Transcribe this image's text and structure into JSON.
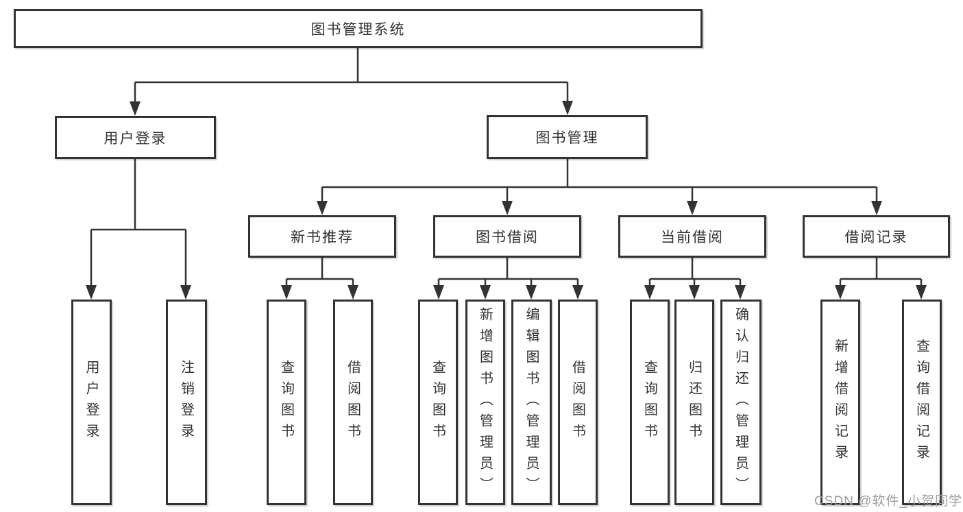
{
  "tree": {
    "label": "图书管理系统",
    "children": [
      {
        "label": "用户登录",
        "children": [
          {
            "label": "用户登录"
          },
          {
            "label": "注销登录"
          }
        ]
      },
      {
        "label": "图书管理",
        "children": [
          {
            "label": "新书推荐",
            "children": [
              {
                "label": "查询图书"
              },
              {
                "label": "借阅图书"
              }
            ]
          },
          {
            "label": "图书借阅",
            "children": [
              {
                "label": "查询图书"
              },
              {
                "label": "新增图书（管理员）"
              },
              {
                "label": "编辑图书（管理员）"
              },
              {
                "label": "借阅图书"
              }
            ]
          },
          {
            "label": "当前借阅",
            "children": [
              {
                "label": "查询图书"
              },
              {
                "label": "归还图书"
              },
              {
                "label": "确认归还（管理员）"
              }
            ]
          },
          {
            "label": "借阅记录",
            "children": [
              {
                "label": "新增借阅记录"
              },
              {
                "label": "查询借阅记录"
              }
            ]
          }
        ]
      }
    ]
  },
  "watermark": {
    "text": "CSDN @软件_小贺同学"
  },
  "colors": {
    "line": "#333333",
    "box_border": "#333333",
    "box_fill": "#ffffff",
    "text": "#333333",
    "watermark": "#9e9e9e",
    "background": "#ffffff"
  }
}
